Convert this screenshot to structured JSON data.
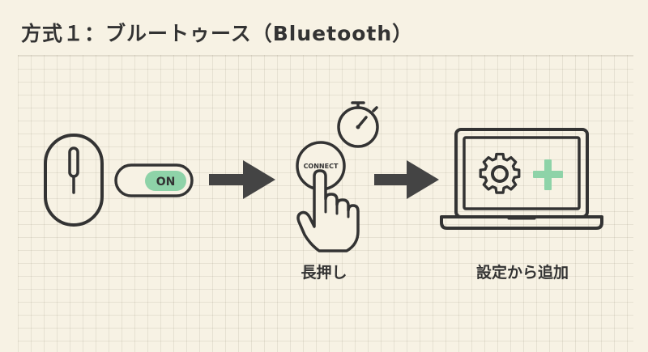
{
  "title": "方式１：ブルートゥース（Bluetooth）",
  "toggle_label": "ON",
  "connect_label": "CONNECT",
  "steps": [
    {
      "caption": "長押し"
    },
    {
      "caption": "設定から追加"
    }
  ],
  "icons": [
    "mouse-icon",
    "toggle-switch-icon",
    "arrow-right-icon",
    "stopwatch-icon",
    "connect-button-icon",
    "pointing-hand-icon",
    "laptop-icon",
    "gear-icon",
    "plus-icon"
  ],
  "colors": {
    "background": "#f7f2e4",
    "ink": "#333333",
    "accent_green": "#8ed3a8"
  }
}
